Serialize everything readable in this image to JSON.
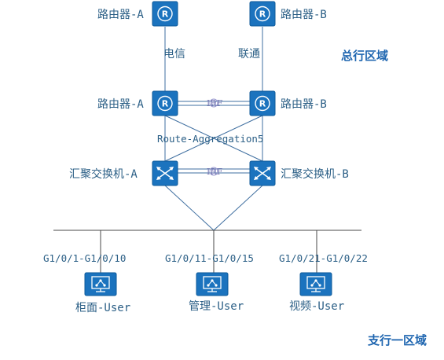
{
  "colors": {
    "device": "#1b73be",
    "device_border": "#0d5a9a",
    "text": "#2b5f86",
    "region_text": "#1f66b0",
    "link": "#3f6fa0",
    "irf_text": "#7b7bb5",
    "bus": "#4a4a4a"
  },
  "regions": {
    "hq": "总行区域",
    "branch": "支行一区域"
  },
  "devices": {
    "isp_router_a": {
      "label": "路由器-A",
      "icon": "router-icon"
    },
    "isp_router_b": {
      "label": "路由器-B",
      "icon": "router-icon"
    },
    "core_router_a": {
      "label": "路由器-A",
      "icon": "router-icon"
    },
    "core_router_b": {
      "label": "路由器-B",
      "icon": "router-icon"
    },
    "agg_switch_a": {
      "label": "汇聚交换机-A",
      "icon": "switch-icon"
    },
    "agg_switch_b": {
      "label": "汇聚交换机-B",
      "icon": "switch-icon"
    },
    "user_counter": {
      "label": "柜面-User",
      "icon": "user-terminal-icon"
    },
    "user_mgmt": {
      "label": "管理-User",
      "icon": "user-terminal-icon"
    },
    "user_video": {
      "label": "视频-User",
      "icon": "user-terminal-icon"
    }
  },
  "links": {
    "telecom": "电信",
    "unicom": "联通",
    "irf_routers": "IRF",
    "irf_switches": "IRF",
    "route_aggregation": "Route-Aggregation5"
  },
  "ports": {
    "counter": "G1/0/1-G1/0/10",
    "mgmt": "G1/0/11-G1/0/15",
    "video": "G1/0/21-G1/0/22"
  }
}
